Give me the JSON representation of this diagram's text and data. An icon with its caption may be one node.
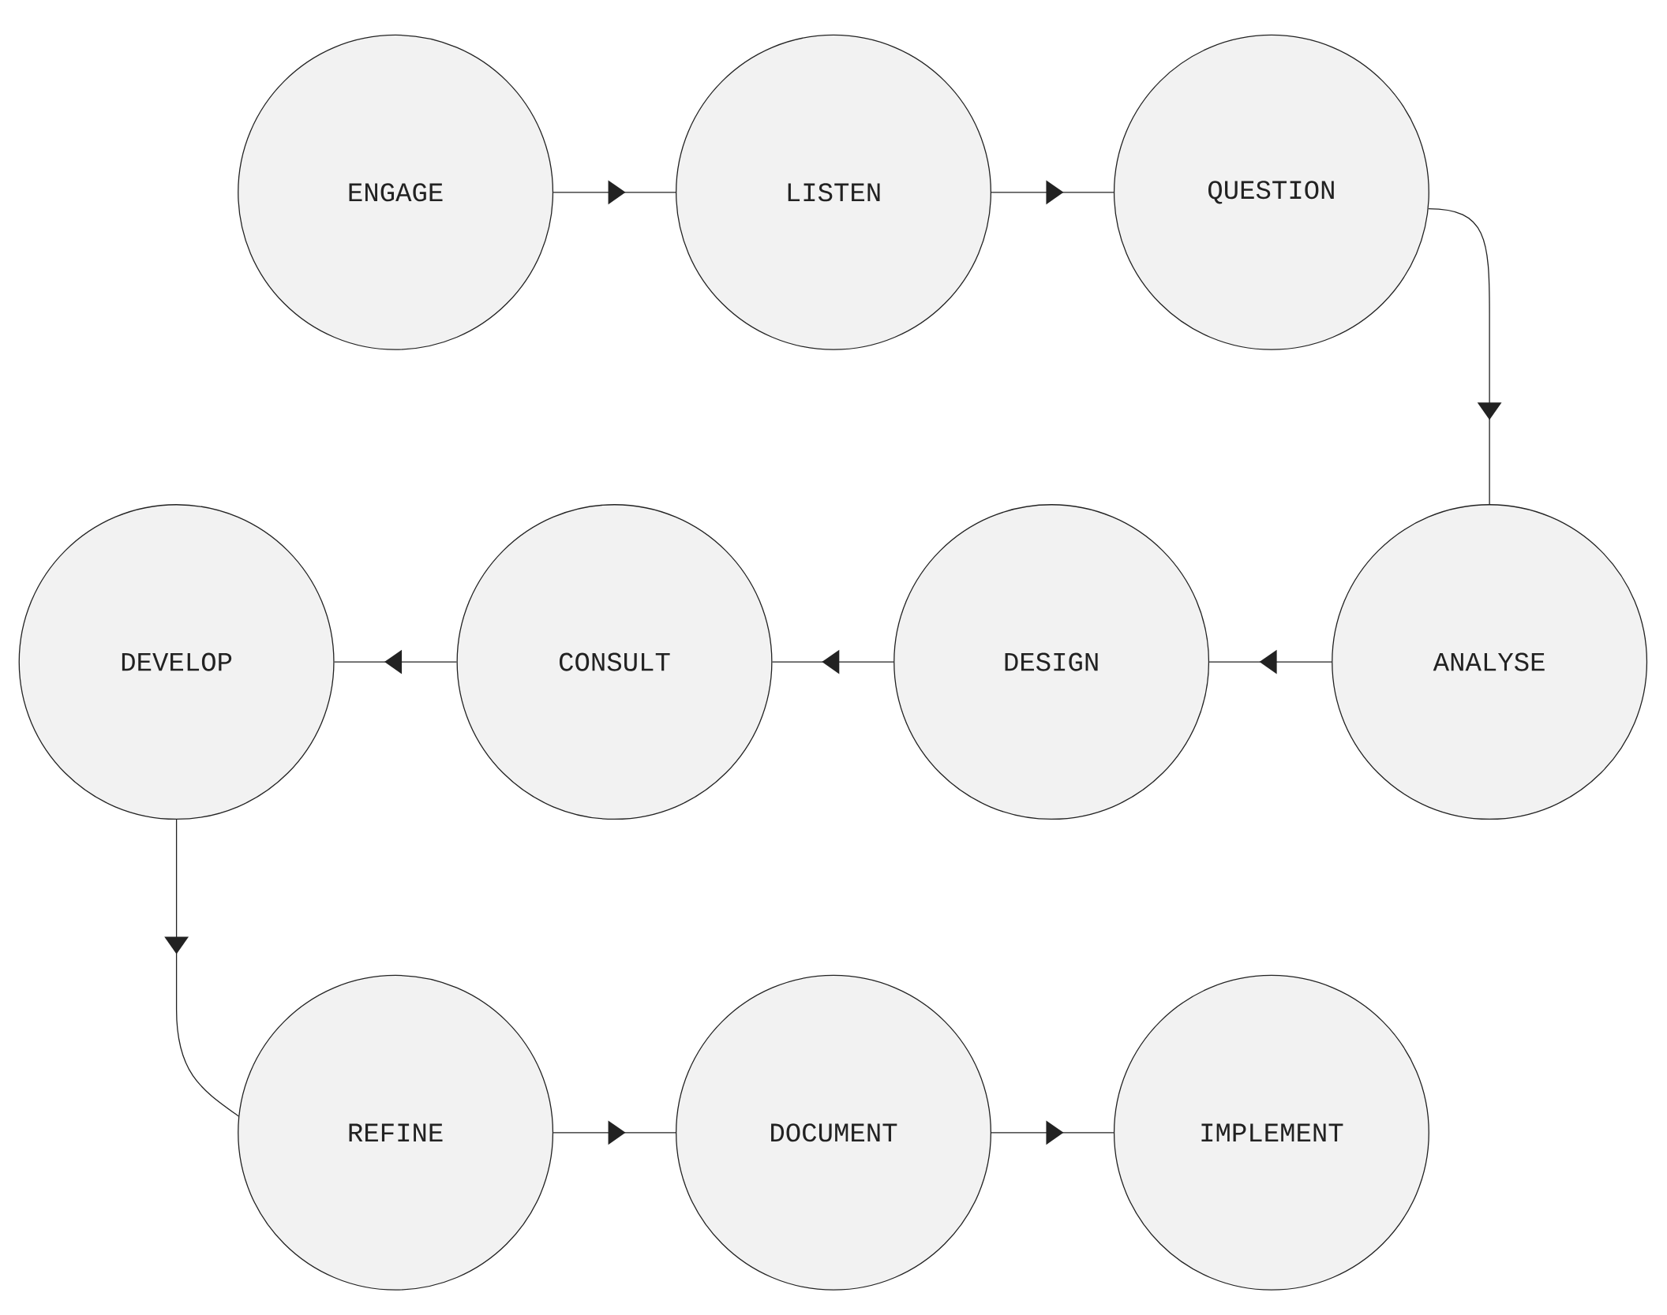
{
  "diagram": {
    "nodes": [
      {
        "text": [
          "ENGAGE"
        ]
      },
      {
        "text": [
          "LISTEN"
        ]
      },
      {
        "text": [
          "QUESTION"
        ]
      },
      {
        "text": [
          "ANALYSE"
        ]
      },
      {
        "text": [
          "DESIGN"
        ]
      },
      {
        "text": [
          "CONSULT"
        ]
      },
      {
        "text": [
          "DEVELOP"
        ]
      },
      {
        "text": [
          "REFINE"
        ]
      },
      {
        "text": [
          "DOCUMENT"
        ]
      },
      {
        "text": [
          "IMPLEMENT"
        ]
      }
    ],
    "edges": [
      {
        "from": 0,
        "to": 1,
        "arrow": "to"
      },
      {
        "from": 1,
        "to": 2,
        "arrow": "to"
      },
      {
        "from": 2,
        "to": 3,
        "arrow": "to"
      },
      {
        "from": 3,
        "to": 4,
        "arrow": "to"
      },
      {
        "from": 4,
        "to": 5,
        "arrow": "to"
      },
      {
        "from": 5,
        "to": 6,
        "arrow": "to"
      },
      {
        "from": 6,
        "to": 7,
        "arrow": "to"
      },
      {
        "from": 7,
        "to": 8,
        "arrow": "to"
      },
      {
        "from": 8,
        "to": 9,
        "arrow": "to"
      }
    ]
  }
}
